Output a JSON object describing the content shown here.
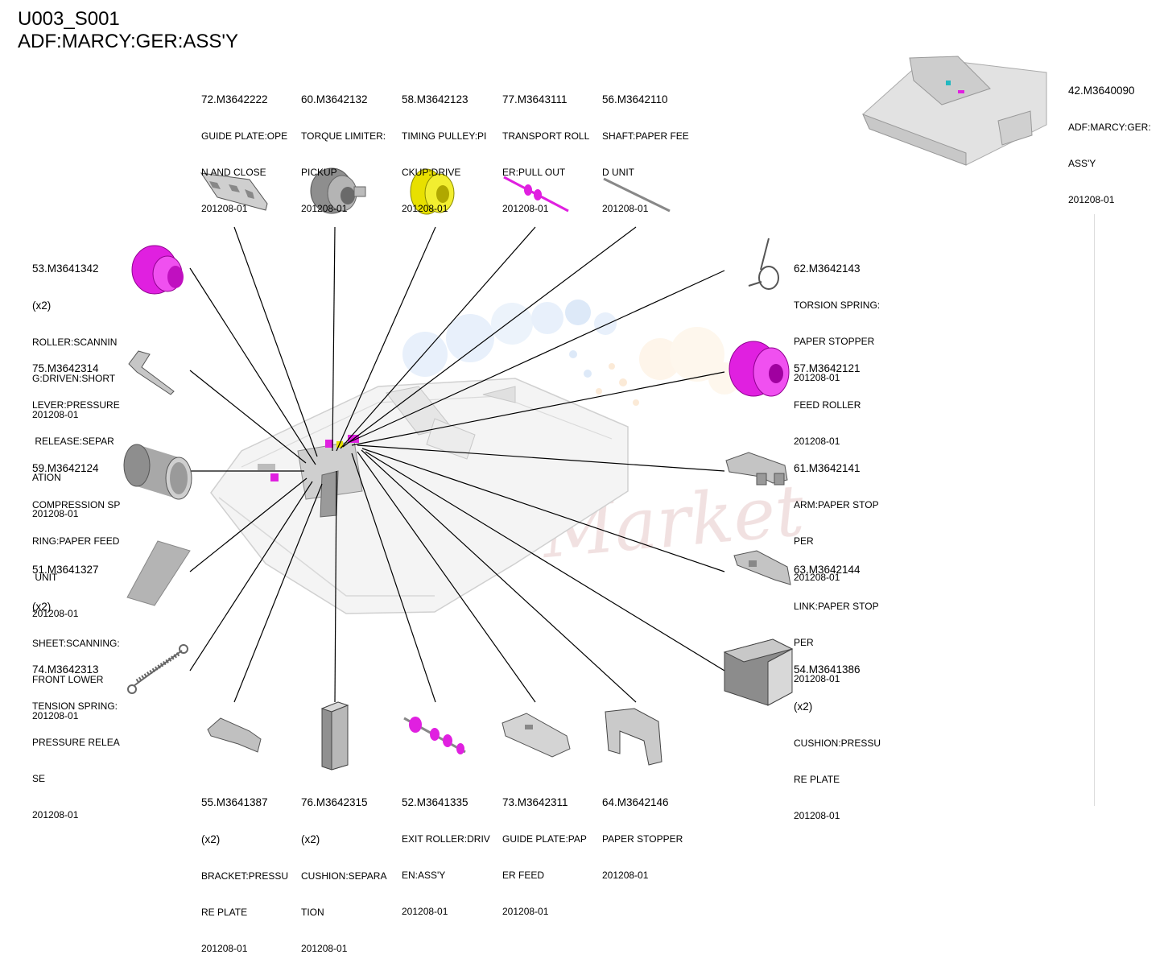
{
  "header": {
    "code": "U003_S001",
    "title": "ADF:MARCY:GER:ASS'Y"
  },
  "watermark": "Ink-Market",
  "parts": [
    {
      "id": "p72",
      "number": "72.M3642222",
      "qty": "",
      "lines": [
        "GUIDE PLATE:OPE",
        "N AND CLOSE"
      ],
      "date": "201208-01"
    },
    {
      "id": "p60",
      "number": "60.M3642132",
      "qty": "",
      "lines": [
        "TORQUE LIMITER:",
        "PICKUP"
      ],
      "date": "201208-01"
    },
    {
      "id": "p58",
      "number": "58.M3642123",
      "qty": "",
      "lines": [
        "TIMING PULLEY:PI",
        "CKUP:DRIVE"
      ],
      "date": "201208-01"
    },
    {
      "id": "p77",
      "number": "77.M3643111",
      "qty": "",
      "lines": [
        "TRANSPORT ROLL",
        "ER:PULL OUT"
      ],
      "date": "201208-01"
    },
    {
      "id": "p56",
      "number": "56.M3642110",
      "qty": "",
      "lines": [
        "SHAFT:PAPER FEE",
        "D UNIT"
      ],
      "date": "201208-01"
    },
    {
      "id": "p42",
      "number": "42.M3640090",
      "qty": "",
      "lines": [
        "ADF:MARCY:GER:",
        "ASS'Y"
      ],
      "date": "201208-01"
    },
    {
      "id": "p53",
      "number": "53.M3641342",
      "qty": "(x2)",
      "lines": [
        "ROLLER:SCANNIN",
        "G:DRIVEN:SHORT"
      ],
      "date": "201208-01"
    },
    {
      "id": "p62",
      "number": "62.M3642143",
      "qty": "",
      "lines": [
        "TORSION SPRING:",
        "PAPER STOPPER"
      ],
      "date": "201208-01"
    },
    {
      "id": "p75",
      "number": "75.M3642314",
      "qty": "",
      "lines": [
        "LEVER:PRESSURE",
        " RELEASE:SEPAR",
        "ATION"
      ],
      "date": "201208-01"
    },
    {
      "id": "p57",
      "number": "57.M3642121",
      "qty": "",
      "lines": [
        "FEED ROLLER"
      ],
      "date": "201208-01"
    },
    {
      "id": "p59",
      "number": "59.M3642124",
      "qty": "",
      "lines": [
        "COMPRESSION SP",
        "RING:PAPER FEED",
        " UNIT"
      ],
      "date": "201208-01"
    },
    {
      "id": "p61",
      "number": "61.M3642141",
      "qty": "",
      "lines": [
        "ARM:PAPER STOP",
        "PER"
      ],
      "date": "201208-01"
    },
    {
      "id": "p51",
      "number": "51.M3641327",
      "qty": "(x2)",
      "lines": [
        "SHEET:SCANNING:",
        "FRONT LOWER"
      ],
      "date": "201208-01"
    },
    {
      "id": "p63",
      "number": "63.M3642144",
      "qty": "",
      "lines": [
        "LINK:PAPER STOP",
        "PER"
      ],
      "date": "201208-01"
    },
    {
      "id": "p74",
      "number": "74.M3642313",
      "qty": "",
      "lines": [
        "TENSION SPRING:",
        "PRESSURE RELEA",
        "SE"
      ],
      "date": "201208-01"
    },
    {
      "id": "p54",
      "number": "54.M3641386",
      "qty": "(x2)",
      "lines": [
        "CUSHION:PRESSU",
        "RE PLATE"
      ],
      "date": "201208-01"
    },
    {
      "id": "p55",
      "number": "55.M3641387",
      "qty": "(x2)",
      "lines": [
        "BRACKET:PRESSU",
        "RE PLATE"
      ],
      "date": "201208-01"
    },
    {
      "id": "p76",
      "number": "76.M3642315",
      "qty": "(x2)",
      "lines": [
        "CUSHION:SEPARA",
        "TION"
      ],
      "date": "201208-01"
    },
    {
      "id": "p52",
      "number": "52.M3641335",
      "qty": "",
      "lines": [
        "EXIT ROLLER:DRIV",
        "EN:ASS'Y"
      ],
      "date": "201208-01"
    },
    {
      "id": "p73",
      "number": "73.M3642311",
      "qty": "",
      "lines": [
        "GUIDE PLATE:PAP",
        "ER FEED"
      ],
      "date": "201208-01"
    },
    {
      "id": "p64",
      "number": "64.M3642146",
      "qty": "",
      "lines": [
        "PAPER STOPPER"
      ],
      "date": "201208-01"
    }
  ],
  "colors": {
    "highlight": "#e020e0",
    "yellow": "#e8e000",
    "part_gray": "#9a9a9a",
    "leader": "#000000"
  }
}
